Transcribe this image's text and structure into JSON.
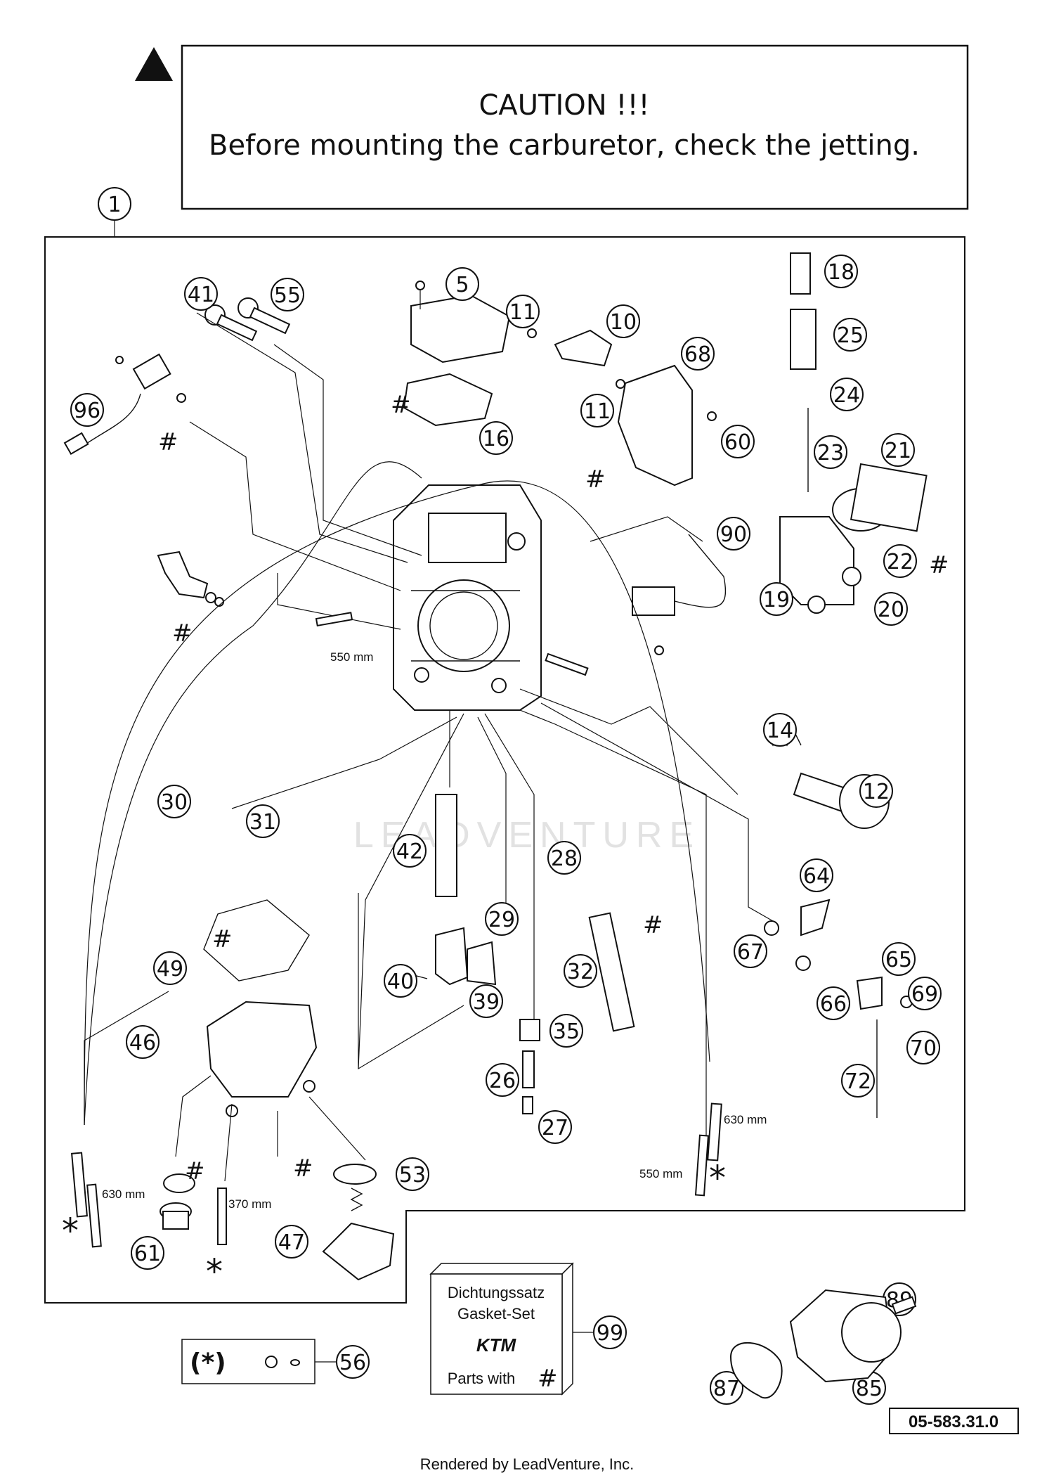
{
  "caution": {
    "title": "CAUTION !!!",
    "message": "Before mounting the carburetor, check the jetting."
  },
  "callouts": [
    "1",
    "5",
    "10",
    "11",
    "11",
    "12",
    "14",
    "16",
    "18",
    "19",
    "20",
    "21",
    "22",
    "23",
    "24",
    "25",
    "26",
    "27",
    "28",
    "29",
    "30",
    "31",
    "32",
    "35",
    "39",
    "40",
    "41",
    "42",
    "46",
    "47",
    "49",
    "53",
    "55",
    "56",
    "60",
    "61",
    "64",
    "65",
    "66",
    "67",
    "68",
    "69",
    "70",
    "72",
    "85",
    "87",
    "89",
    "90",
    "96",
    "99"
  ],
  "dimensions": [
    "550 mm",
    "550 mm",
    "630 mm",
    "630 mm",
    "370 mm"
  ],
  "markers": {
    "hash": "#",
    "asterisk": "*",
    "asterisk_paren": "(*)"
  },
  "gasket_set": {
    "line1": "Dichtungssatz",
    "line2": "Gasket-Set",
    "brand": "KTM",
    "line3": "Parts with",
    "hash": "#"
  },
  "reference_number": "05-583.31.0",
  "watermark": "LEADVENTURE",
  "footer": "Rendered by LeadVenture, Inc."
}
